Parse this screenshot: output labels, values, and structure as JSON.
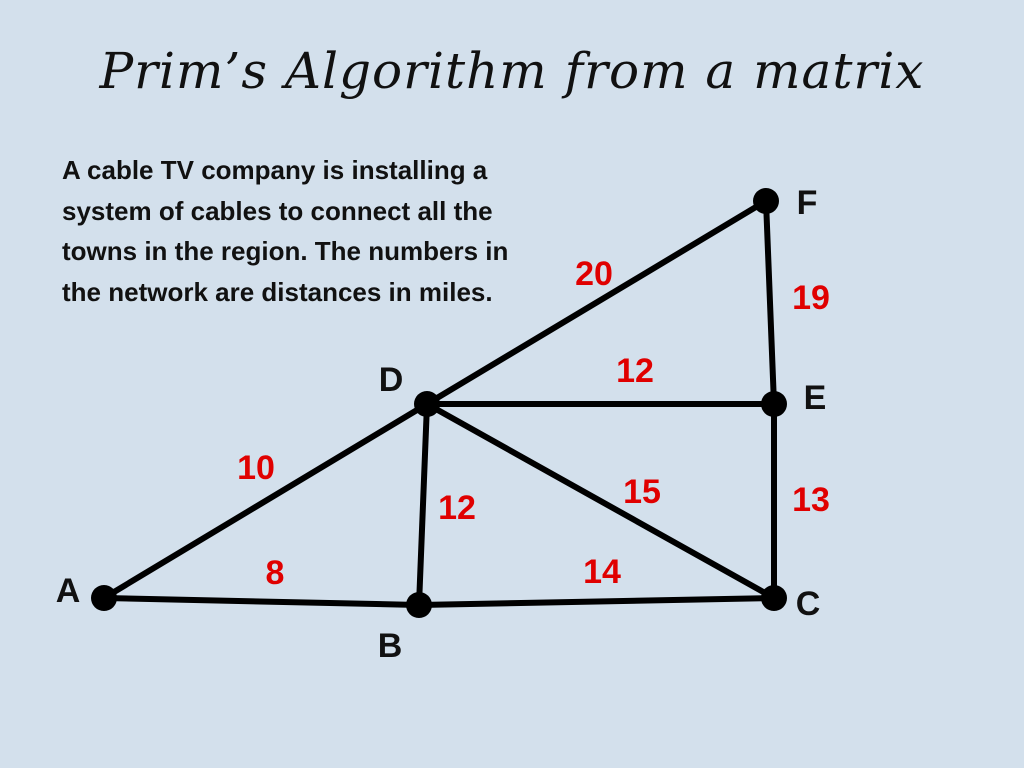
{
  "slide": {
    "title": "Prim’s Algorithm from a matrix",
    "description": "A cable TV company is installing a system of cables to connect all the towns in the region. The numbers in the network are distances in miles.",
    "colors": {
      "background": "#d3e0ec",
      "edge": "#000000",
      "weight": "#e00000",
      "text": "#111111"
    }
  },
  "graph": {
    "nodes": [
      {
        "id": "A",
        "label": "A"
      },
      {
        "id": "B",
        "label": "B"
      },
      {
        "id": "C",
        "label": "C"
      },
      {
        "id": "D",
        "label": "D"
      },
      {
        "id": "E",
        "label": "E"
      },
      {
        "id": "F",
        "label": "F"
      }
    ],
    "edges": [
      {
        "from": "A",
        "to": "B",
        "weight": "8"
      },
      {
        "from": "A",
        "to": "D",
        "weight": "10"
      },
      {
        "from": "B",
        "to": "D",
        "weight": "12"
      },
      {
        "from": "B",
        "to": "C",
        "weight": "14"
      },
      {
        "from": "D",
        "to": "C",
        "weight": "15"
      },
      {
        "from": "D",
        "to": "E",
        "weight": "12"
      },
      {
        "from": "D",
        "to": "F",
        "weight": "20"
      },
      {
        "from": "E",
        "to": "C",
        "weight": "13"
      },
      {
        "from": "F",
        "to": "E",
        "weight": "19"
      }
    ]
  }
}
